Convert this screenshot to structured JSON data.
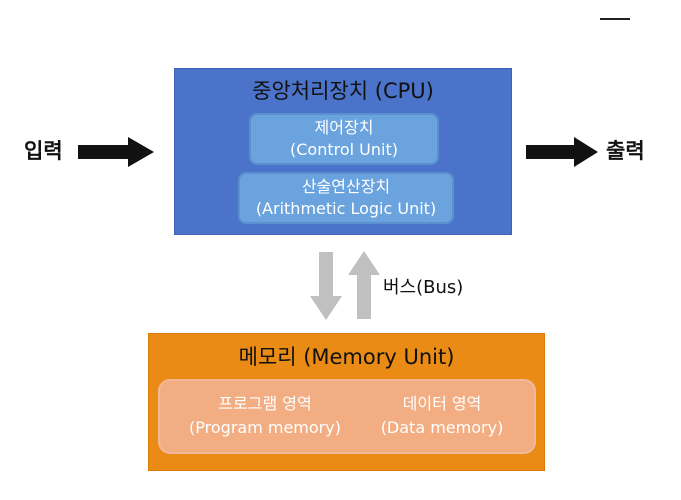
{
  "input": {
    "label": "입력"
  },
  "output": {
    "label": "출력"
  },
  "cpu": {
    "title": "중앙처리장치 (CPU)",
    "control_unit": {
      "line1": "제어장치",
      "line2": "(Control Unit)"
    },
    "alu": {
      "line1": "산술연산장치",
      "line2": "(Arithmetic Logic Unit)"
    }
  },
  "bus": {
    "label": "버스(Bus)"
  },
  "memory": {
    "title": "메모리 (Memory Unit)",
    "program_area": {
      "line1": "프로그램 영역",
      "line2": "(Program memory)"
    },
    "data_area": {
      "line1": "데이터 영역",
      "line2": "(Data memory)"
    }
  },
  "colors": {
    "cpu_fill": "#4a73c9",
    "cpu_sub_fill": "#6aa3dd",
    "memory_fill": "#e98b14",
    "memory_inner_fill": "#f2ad82",
    "bus_arrow": "#c0c0c0",
    "io_arrow": "#111111"
  }
}
